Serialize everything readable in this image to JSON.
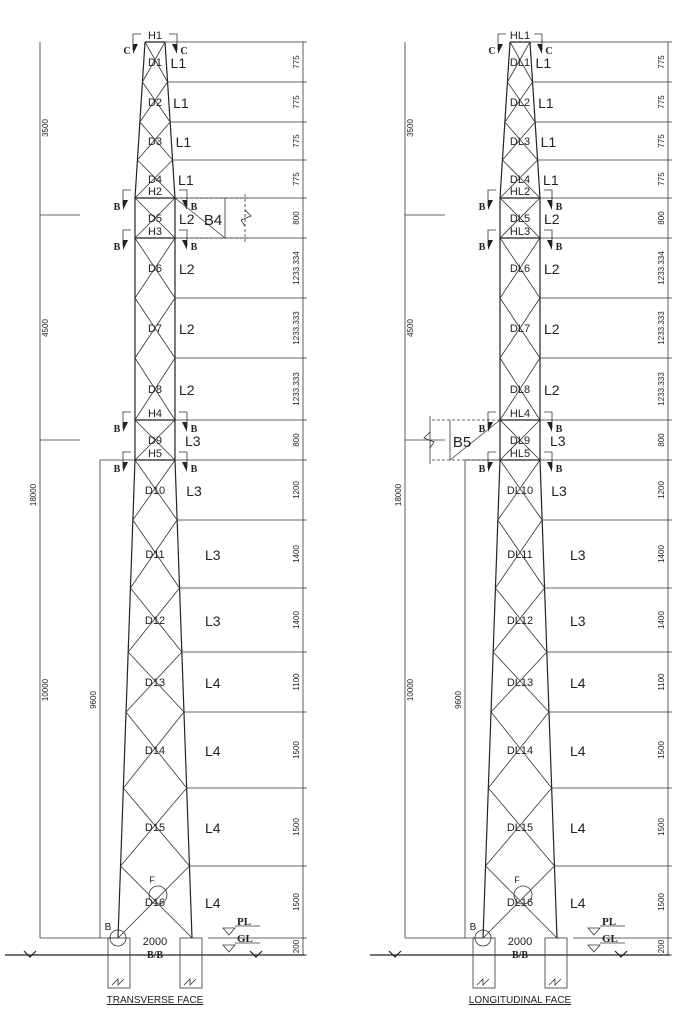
{
  "towers": [
    {
      "title": "TRANSVERSE FACE",
      "h_labels": [
        "H1",
        "H2",
        "H3",
        "H4",
        "H5"
      ],
      "d_labels": [
        "D1",
        "D2",
        "D3",
        "D4",
        "D5",
        "D6",
        "D7",
        "D8",
        "D9",
        "D10",
        "D11",
        "D12",
        "D13",
        "D14",
        "D15",
        "D16"
      ],
      "l_labels": [
        "L1",
        "L1",
        "L1",
        "L1",
        "L2",
        "L2",
        "L2",
        "L2",
        "L3",
        "L3",
        "L3",
        "L3",
        "L4",
        "L4",
        "L4",
        "L4"
      ],
      "bracing_label": "B4",
      "bracing_side": "right"
    },
    {
      "title": "LONGITUDINAL FACE",
      "h_labels": [
        "HL1",
        "HL2",
        "HL3",
        "HL4",
        "HL5"
      ],
      "d_labels": [
        "DL1",
        "DL2",
        "DL3",
        "DL4",
        "DL5",
        "DL6",
        "DL7",
        "DL8",
        "DL9",
        "DL10",
        "DL11",
        "DL12",
        "DL13",
        "DL14",
        "DL15",
        "DL16"
      ],
      "l_labels": [
        "L1",
        "L1",
        "L1",
        "L1",
        "L2",
        "L2",
        "L2",
        "L2",
        "L3",
        "L3",
        "L3",
        "L3",
        "L4",
        "L4",
        "L4",
        "L4"
      ],
      "bracing_label": "B5",
      "bracing_side": "left"
    }
  ],
  "segment_dims": [
    "775",
    "775",
    "775",
    "775",
    "800",
    "1233.334",
    "1233.333",
    "1233.333",
    "800",
    "1200",
    "1400",
    "1400",
    "1100",
    "1500",
    "1500",
    "1500",
    "200"
  ],
  "overall_dims": {
    "top": "3500",
    "middle": "4500",
    "total": "18000",
    "bottom": "10000",
    "leg": "9600"
  },
  "section_marks": {
    "c": "C",
    "b": "B"
  },
  "base": {
    "spacing": "2000",
    "spacing_note": "B/B",
    "pl": "PL",
    "gl": "GL",
    "f": "F",
    "b": "B"
  }
}
